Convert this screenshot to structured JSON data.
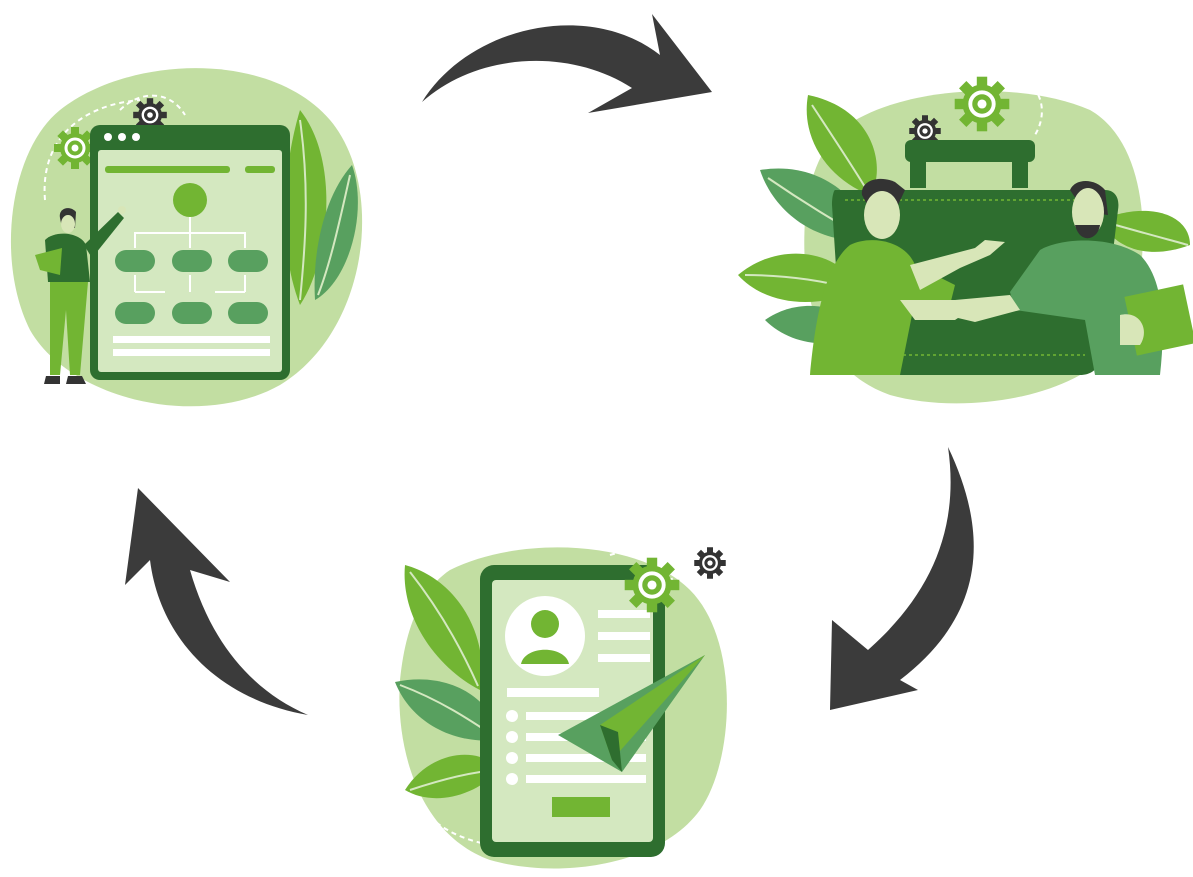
{
  "diagram": {
    "type": "cycle",
    "direction": "clockwise",
    "colors": {
      "blob": "#c2dea2",
      "green_dark": "#2e6e2f",
      "green_mid": "#58a05f",
      "green_bright": "#72b533",
      "green_light": "#d4e8c0",
      "arrow": "#3b3b3b",
      "skin": "#d8e6b8"
    },
    "steps": [
      {
        "id": "org-chart",
        "icon": "org-chart-tablet-presentation"
      },
      {
        "id": "handshake",
        "icon": "handshake-briefcase"
      },
      {
        "id": "profile-send",
        "icon": "profile-form-paper-plane"
      }
    ],
    "arrows": [
      {
        "from": "org-chart",
        "to": "handshake"
      },
      {
        "from": "handshake",
        "to": "profile-send"
      },
      {
        "from": "profile-send",
        "to": "org-chart"
      }
    ]
  }
}
